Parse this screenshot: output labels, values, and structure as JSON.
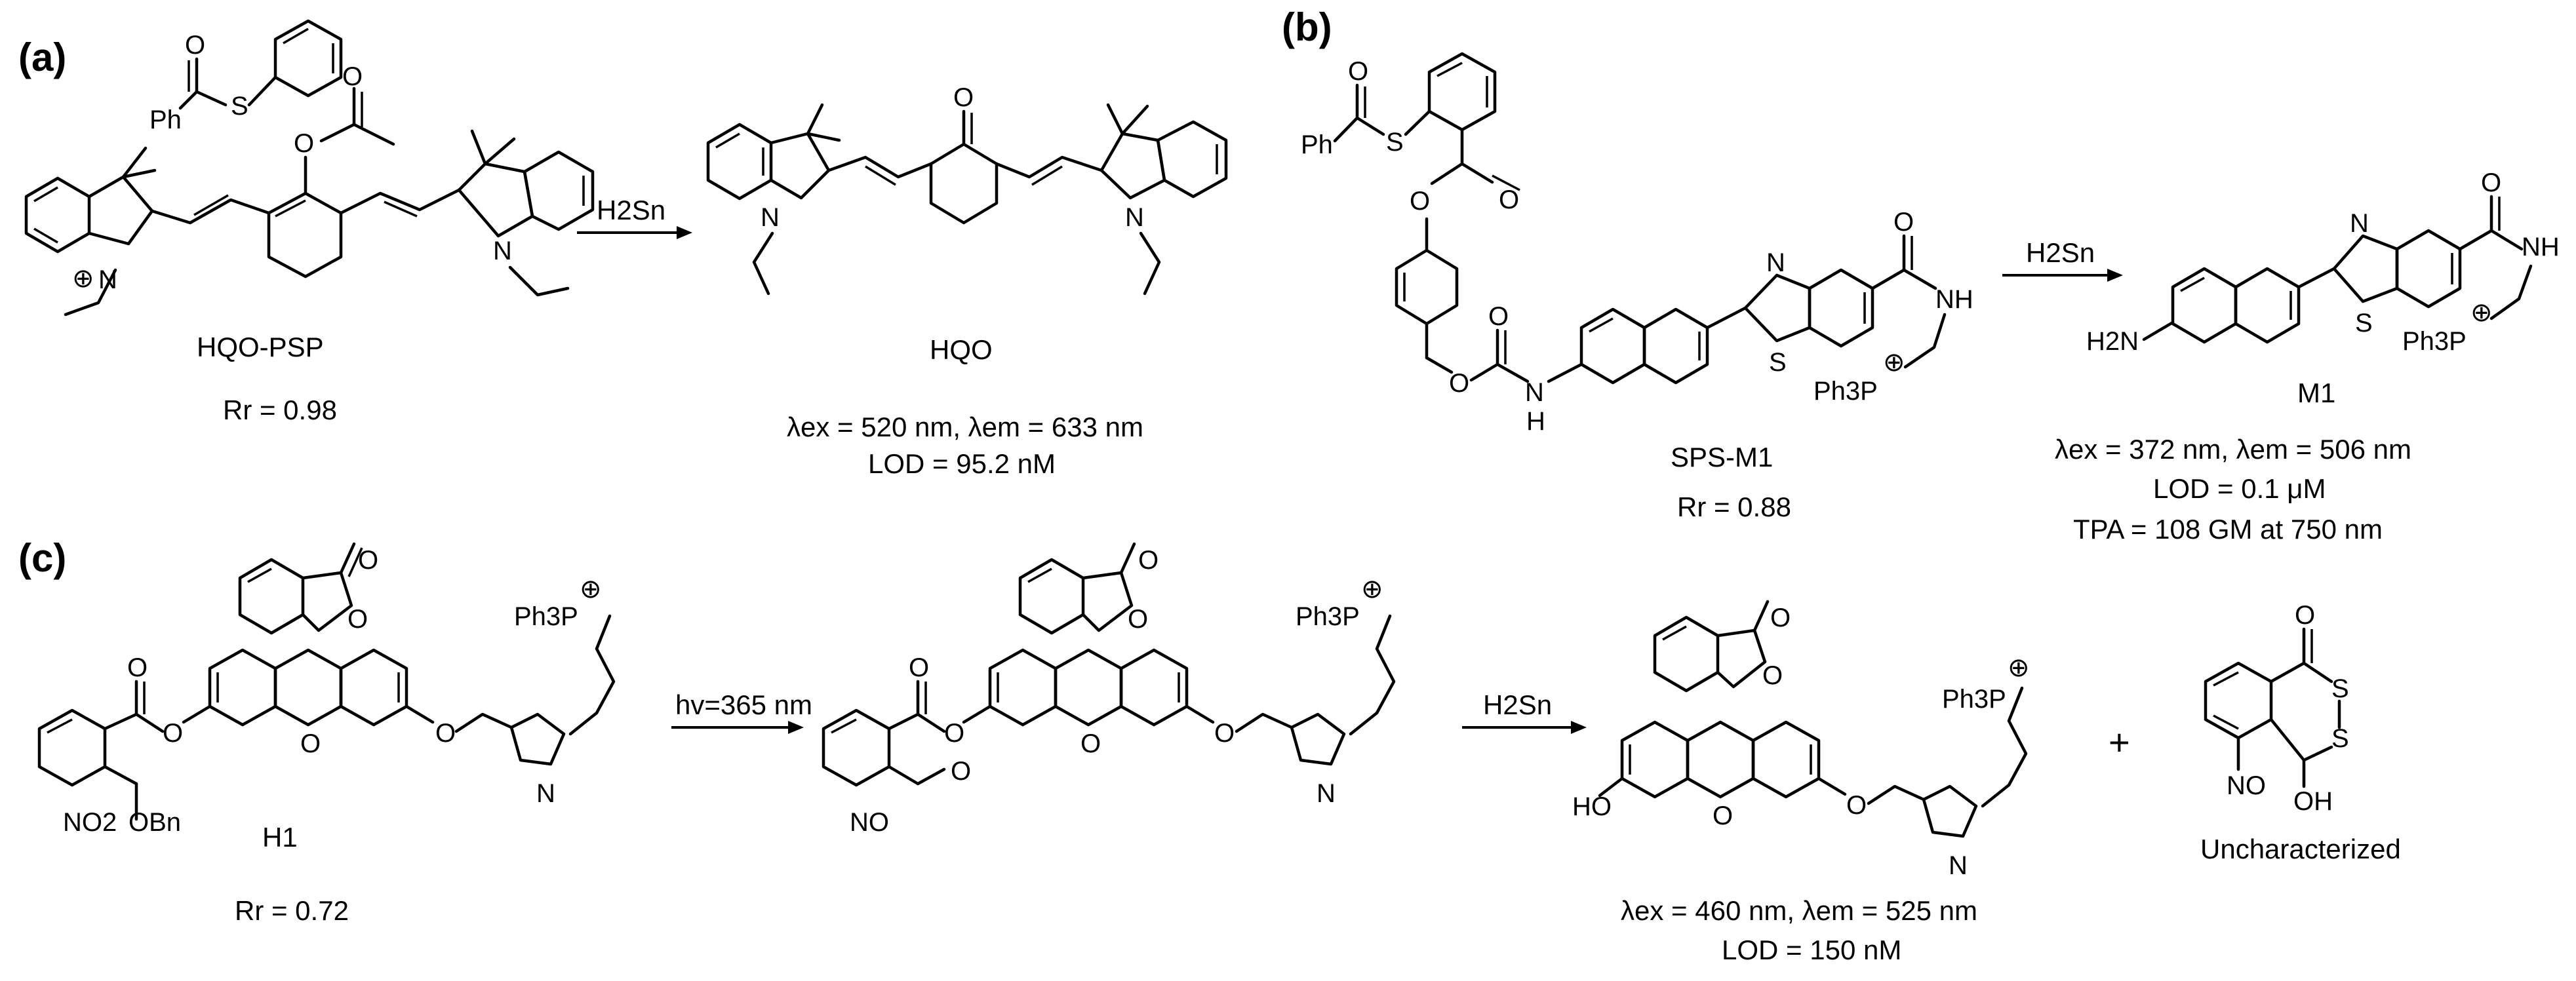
{
  "panels": [
    {
      "letter": "(a)",
      "reagent": "H2Sn",
      "probe": {
        "name": "HQO-PSP",
        "rr": "Rr = 0.98"
      },
      "product": {
        "name": "HQO",
        "excitation": "λex = 520 nm, λem = 633 nm",
        "lod": "LOD = 95.2 nM"
      }
    },
    {
      "letter": "(b)",
      "reagent": "H2Sn",
      "probe": {
        "name": "SPS-M1",
        "rr": "Rr = 0.88"
      },
      "product": {
        "name": "M1",
        "excitation": "λex = 372 nm, λem = 506 nm",
        "lod": "LOD = 0.1 μM",
        "tpa": "TPA = 108 GM at 750 nm"
      }
    },
    {
      "letter": "(c)",
      "reagent1": "hv=365 nm",
      "reagent2": "H2Sn",
      "probe": {
        "name": "H1",
        "rr": "Rr = 0.72"
      },
      "product": {
        "excitation": "λex = 460 nm, λem = 525 nm",
        "lod": "LOD = 150 nM"
      },
      "byproduct": "Uncharacterized",
      "plus": "+"
    }
  ],
  "atoms": {
    "Ph": "Ph",
    "S": "S",
    "O": "O",
    "N": "N",
    "H": "H",
    "NH": "NH",
    "HN": "H",
    "H2N": "H2N",
    "Ph3P": "Ph3P",
    "HO": "HO",
    "OH": "OH",
    "NO2": "NO2",
    "OBn": "OBn",
    "NO": "NO",
    "plus_charge": "⊕"
  }
}
